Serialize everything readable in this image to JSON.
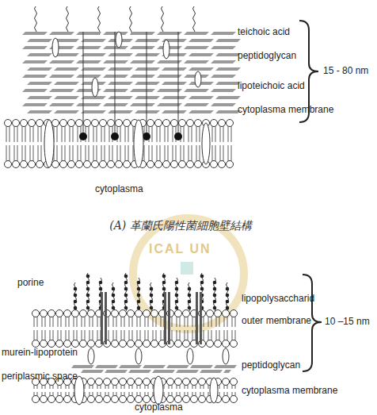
{
  "diagram": {
    "caption": "(A) 革蘭氏陽性菌細胞壁結構",
    "labels": [
      "teichoic acid",
      "peptidoglycan",
      "lipoteichoic acid",
      "cytoplasma membrane",
      "15 - 80 nm",
      "cytoplasma",
      "porine",
      "lipopolysaccharid",
      "outer membrane",
      "10 –15 nm",
      "murein-lipoprotein",
      "peptidoglycan",
      "periplasmic space",
      "cytoplasma membrane",
      "cytoplasma",
      "ICAL UN"
    ]
  }
}
